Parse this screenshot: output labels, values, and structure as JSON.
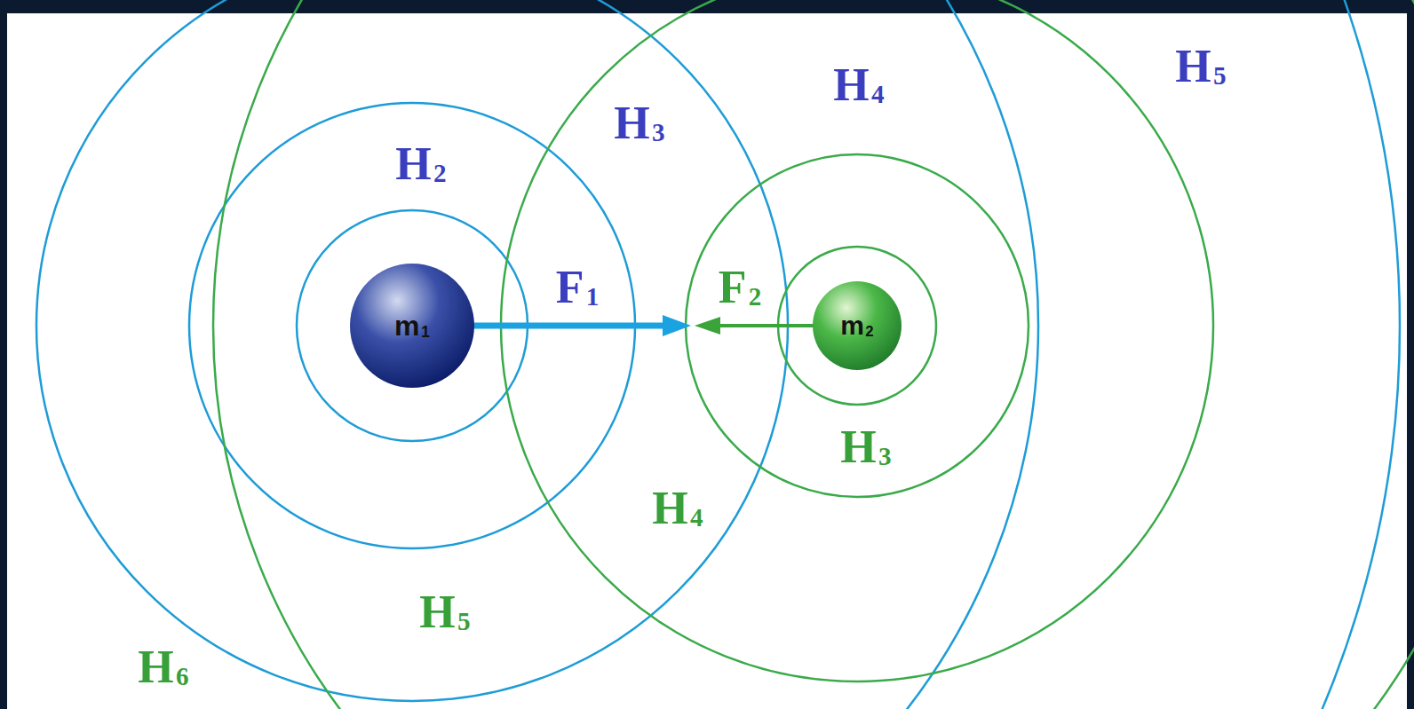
{
  "diagram": {
    "nodes": [
      {
        "text": [
          "m1"
        ]
      },
      {
        "text": [
          "m2"
        ]
      }
    ],
    "labels": [
      "H2",
      "H3",
      "H4",
      "H5",
      "F1",
      "F2",
      "H3",
      "H4",
      "H5",
      "H6"
    ]
  }
}
